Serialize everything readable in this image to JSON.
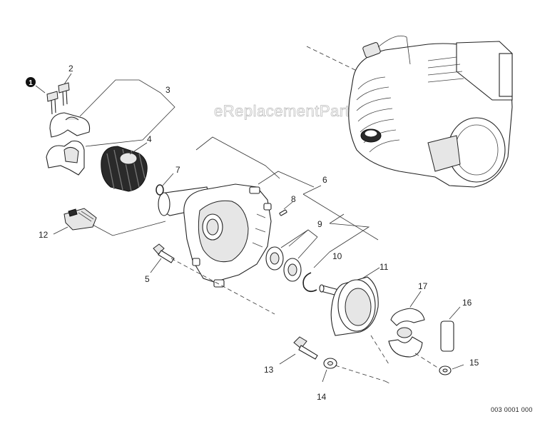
{
  "watermark": "eReplacementParts.com",
  "drawing_code": "003 0001 000",
  "marker": {
    "label": "1"
  },
  "callouts": [
    "2",
    "3",
    "4",
    "5",
    "6",
    "7",
    "8",
    "9",
    "10",
    "11",
    "12",
    "13",
    "14",
    "15",
    "16",
    "17"
  ]
}
